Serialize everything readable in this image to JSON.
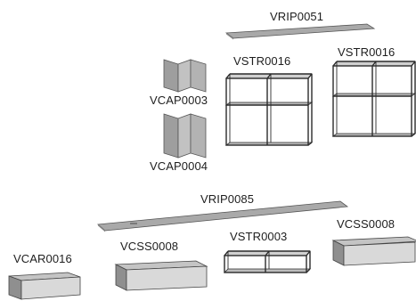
{
  "components": [
    {
      "code": "VRIP0051",
      "kind": "shelf-panel"
    },
    {
      "code": "VCAP0003",
      "kind": "cap-panel"
    },
    {
      "code": "VSTR0016",
      "kind": "open-frame-2x2"
    },
    {
      "code": "VSTR0016",
      "kind": "open-frame-2x2"
    },
    {
      "code": "VCAP0004",
      "kind": "cap-panel"
    },
    {
      "code": "VRIP0085",
      "kind": "shelf-panel"
    },
    {
      "code": "VCAR0016",
      "kind": "drawer-box"
    },
    {
      "code": "VCSS0008",
      "kind": "drawer-box"
    },
    {
      "code": "VSTR0003",
      "kind": "open-frame-1x2"
    },
    {
      "code": "VCSS0008",
      "kind": "drawer-box"
    }
  ],
  "colors": {
    "panel_fill": "#a9a9a9",
    "panel_front": "#d9d9d9",
    "panel_top": "#c4c4c4",
    "frame_stroke": "#2b2b2b",
    "shelf_fill": "#bdbdbd",
    "text": "#1e1e1e"
  }
}
